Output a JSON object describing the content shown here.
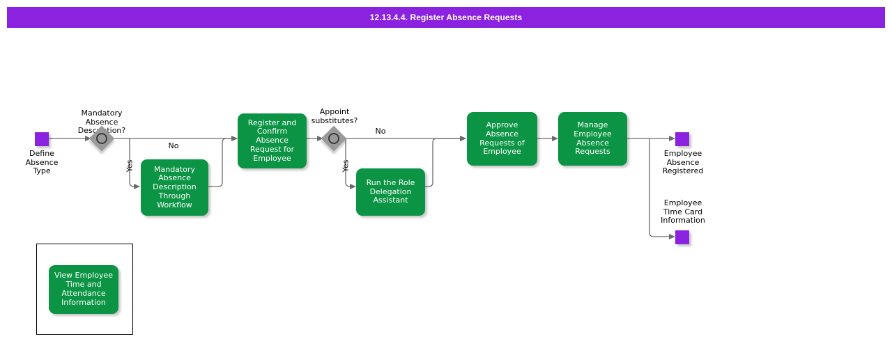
{
  "header": {
    "title": "12.13.4.4. Register Absence Requests",
    "bar_color": "#8a22e0"
  },
  "palette": {
    "task_green": "#0b9444",
    "event_purple": "#8a22e0",
    "gateway_gray": "#9a9a9a",
    "gateway_ring": "#3a3a3a",
    "connector": "#6b6b6b",
    "text_dark": "#000000",
    "text_light": "#ffffff"
  },
  "diagram": {
    "type": "bpmn-process-flow",
    "start_events": [
      {
        "id": "start-define-absence-type",
        "label": "Define\nAbsence\nType"
      }
    ],
    "end_events": [
      {
        "id": "end-employee-absence-registered",
        "label": "Employee\nAbsence\nRegistered"
      },
      {
        "id": "end-employee-time-card-information",
        "label": "Employee\nTime Card\nInformation"
      }
    ],
    "gateways": [
      {
        "id": "gw-mandatory-absence-description",
        "label": "Mandatory\nAbsence\nDescription?",
        "kind": "inclusive"
      },
      {
        "id": "gw-appoint-substitutes",
        "label": "Appoint\nsubstitutes?",
        "kind": "inclusive"
      }
    ],
    "tasks": [
      {
        "id": "task-mandatory-absence-description-through-workflow",
        "label": "Mandatory\nAbsence\nDescription\nThrough\nWorkflow"
      },
      {
        "id": "task-register-and-confirm-absence-request-for-employee",
        "label": "Register and\nConfirm Absence\nRequest for\nEmployee"
      },
      {
        "id": "task-run-the-role-delegation-assistant",
        "label": "Run the Role\nDelegation\nAssistant"
      },
      {
        "id": "task-approve-absence-requests-of-employee",
        "label": "Approve Absence\nRequests of\nEmployee"
      },
      {
        "id": "task-manage-employee-absence-requests",
        "label": "Manage\nEmployee\nAbsence\nRequests"
      },
      {
        "id": "task-view-employee-time-and-attendance-information",
        "label": "View Employee\nTime and\nAttendance\nInformation"
      }
    ],
    "flow_labels": {
      "mandatory_no": "No",
      "mandatory_yes": "Yes",
      "substitutes_no": "No",
      "substitutes_yes": "Yes"
    }
  }
}
